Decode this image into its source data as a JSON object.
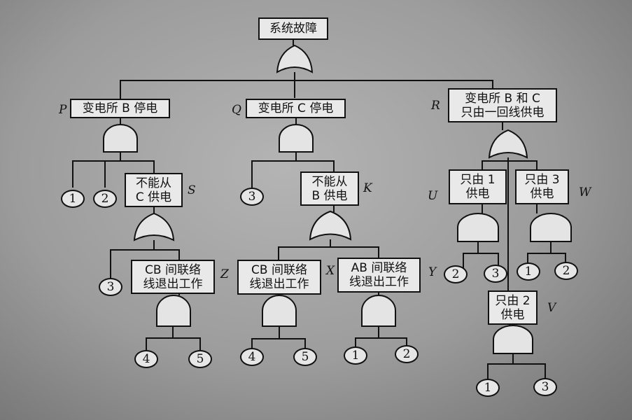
{
  "top_event": "系统故障",
  "events": {
    "P": {
      "label": "P",
      "text": "变电所 B 停电"
    },
    "Q": {
      "label": "Q",
      "text": "变电所 C 停电"
    },
    "R": {
      "label": "R",
      "line1": "变电所 B 和 C",
      "line2": "只由一回线供电"
    },
    "S": {
      "label": "S",
      "line1": "不能从",
      "line2": "C 供电"
    },
    "K": {
      "label": "K",
      "line1": "不能从",
      "line2": "B 供电"
    },
    "U": {
      "label": "U",
      "line1": "只由 1",
      "line2": "供电"
    },
    "W": {
      "label": "W",
      "line1": "只由 3",
      "line2": "供电"
    },
    "Z": {
      "label": "Z",
      "line1": "CB 间联络",
      "line2": "线退出工作"
    },
    "X": {
      "label": "X",
      "line1": "CB 间联络",
      "line2": "线退出工作"
    },
    "Y": {
      "label": "Y",
      "line1": "AB 间联络",
      "line2": "线退出工作"
    },
    "V": {
      "label": "V",
      "line1": "只由 2",
      "line2": "供电"
    }
  },
  "basic_events": {
    "p1": "1",
    "p2": "2",
    "s3": "3",
    "q3": "3",
    "z4": "4",
    "z5": "5",
    "x4": "4",
    "x5": "5",
    "y1": "1",
    "y2": "2",
    "u2": "2",
    "u3": "3",
    "w1": "1",
    "w2": "2",
    "v1": "1",
    "v3": "3"
  },
  "gate_types": {
    "top": "or",
    "P": "and",
    "Q": "and",
    "R": "or",
    "S": "or",
    "K": "or",
    "Z": "and",
    "X": "and",
    "Y": "and",
    "U": "and",
    "W": "and",
    "V": "and"
  }
}
